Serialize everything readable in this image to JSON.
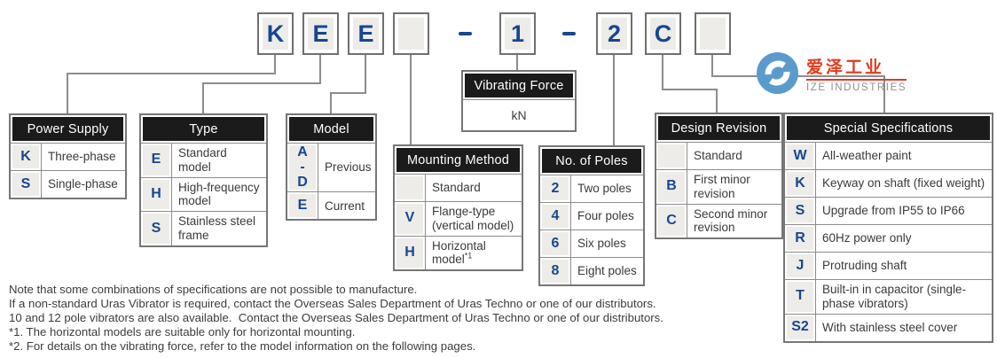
{
  "model_code": {
    "segments": [
      {
        "t": "box",
        "v": "K"
      },
      {
        "t": "box",
        "v": "E"
      },
      {
        "t": "box",
        "v": "E"
      },
      {
        "t": "box",
        "v": ""
      },
      {
        "t": "dash",
        "v": "-"
      },
      {
        "t": "box",
        "v": "1"
      },
      {
        "t": "dash",
        "v": "-"
      },
      {
        "t": "box",
        "v": "2"
      },
      {
        "t": "box",
        "v": "C"
      },
      {
        "t": "box",
        "v": ""
      }
    ]
  },
  "tables": [
    {
      "title": "Power Supply",
      "rows": [
        {
          "key": "K",
          "desc": "Three-phase"
        },
        {
          "key": "S",
          "desc": "Single-phase"
        }
      ]
    },
    {
      "title": "Type",
      "rows": [
        {
          "key": "E",
          "desc": "Standard model"
        },
        {
          "key": "H",
          "desc": "High-frequency model"
        },
        {
          "key": "S",
          "desc": "Stainless steel frame"
        }
      ]
    },
    {
      "title": "Model",
      "rows": [
        {
          "key": "A\n-\nD",
          "desc": "Previous"
        },
        {
          "key": "E",
          "desc": "Current"
        }
      ]
    },
    {
      "title": "Mounting Method",
      "rows": [
        {
          "key": "",
          "desc": "Standard"
        },
        {
          "key": "V",
          "desc": "Flange-type (vertical model)"
        },
        {
          "key": "H",
          "desc": "Horizontal model*1"
        }
      ]
    },
    {
      "title": "No. of Poles",
      "rows": [
        {
          "key": "2",
          "desc": "Two poles"
        },
        {
          "key": "4",
          "desc": "Four poles"
        },
        {
          "key": "6",
          "desc": "Six poles"
        },
        {
          "key": "8",
          "desc": "Eight poles"
        }
      ]
    },
    {
      "title": "Design Revision",
      "rows": [
        {
          "key": "",
          "desc": "Standard"
        },
        {
          "key": "B",
          "desc": "First minor revision"
        },
        {
          "key": "C",
          "desc": "Second minor revision"
        }
      ]
    },
    {
      "title": "Special Specifications",
      "rows": [
        {
          "key": "W",
          "desc": "All-weather paint"
        },
        {
          "key": "K",
          "desc": "Keyway on shaft (fixed weight)"
        },
        {
          "key": "S",
          "desc": "Upgrade from IP55 to IP66"
        },
        {
          "key": "R",
          "desc": "60Hz power only"
        },
        {
          "key": "J",
          "desc": "Protruding shaft"
        },
        {
          "key": "T",
          "desc": "Built-in in capacitor (single-phase vibrators)"
        },
        {
          "key": "S2",
          "desc": "With stainless steel cover"
        }
      ]
    }
  ],
  "vibrating_force": {
    "title": "Vibrating Force",
    "unit": "kN"
  },
  "logo": {
    "cn": "爱泽工业",
    "en": "IZE INDUSTRIES"
  },
  "notes": [
    "Note that some combinations of specifications are not possible to manufacture.",
    "If a non-standard Uras Vibrator is required, contact the Overseas Sales Department of Uras Techno or one of our distributors.",
    "10 and 12 pole vibrators are also available.  Contact the Overseas Sales Department of Uras Techno or one of our distributors.",
    "*1. The horizontal models are suitable only for horizontal mounting.",
    "*2. For details on the vibrating force, refer to the model information on the following pages."
  ],
  "colors": {
    "accent_blue": "#16478f",
    "header_bg": "#1b1b1b",
    "line_gray": "#8c8c8c",
    "logo_blue": "#5b9bcb",
    "logo_red": "#e03c1e"
  }
}
